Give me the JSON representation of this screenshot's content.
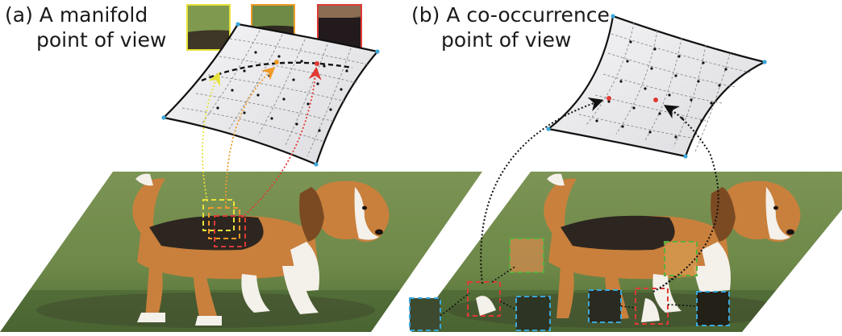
{
  "panel_a": {
    "label_line1": "(a) A manifold",
    "label_line2": "point of view",
    "patch_colors": [
      "#e7e23a",
      "#ef9a2a",
      "#e03a35"
    ],
    "inset_patches": [
      {
        "name": "yellow",
        "border": "#e7e23a",
        "fill_top": "#7f9a4e",
        "fill_bottom": "#3e3626"
      },
      {
        "name": "orange",
        "border": "#ef9a2a",
        "fill_top": "#6f8a46",
        "fill_bottom": "#2f2a21"
      },
      {
        "name": "red",
        "border": "#e03a35",
        "fill_top": "#5c4a3a",
        "fill_bottom": "#22191c"
      }
    ]
  },
  "panel_b": {
    "label_line1": "(b) A co-occurrence",
    "label_line2": "point of view",
    "patch_colors": [
      "#3aa7d8",
      "#e03a35",
      "#58b03e"
    ]
  },
  "colors": {
    "manifold_fill": "#ececef",
    "grid": "#8a8a8a",
    "control_point": "#3aa7d8",
    "embedded_point": "#e03a35",
    "arrow_black": "#111111",
    "grass": "#6e8a48",
    "dog_tan": "#c9803c",
    "dog_white": "#f4f0ea",
    "dog_black": "#2d2620"
  }
}
